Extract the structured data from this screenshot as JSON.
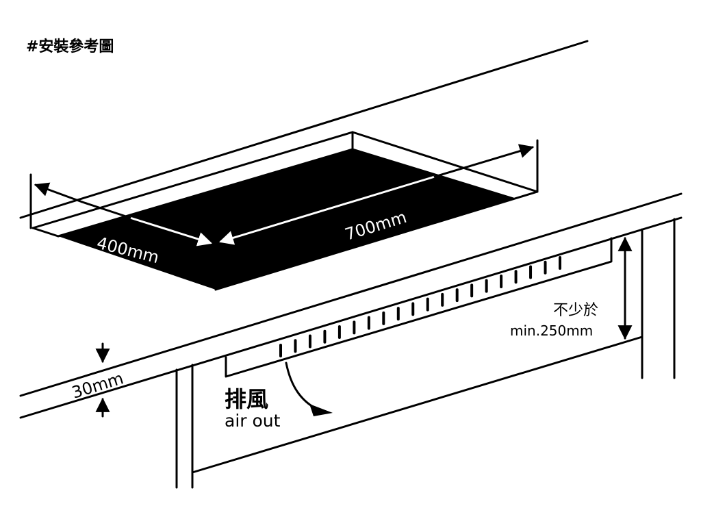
{
  "title": "#安裝參考圖",
  "labels": {
    "width": "400mm",
    "length": "700mm",
    "thickness": "30mm",
    "clearance_cn": "不少於",
    "clearance_en": "min.250mm",
    "air_cn": "排風",
    "air_en": "air out"
  },
  "colors": {
    "ink": "#000000",
    "background": "#ffffff"
  }
}
